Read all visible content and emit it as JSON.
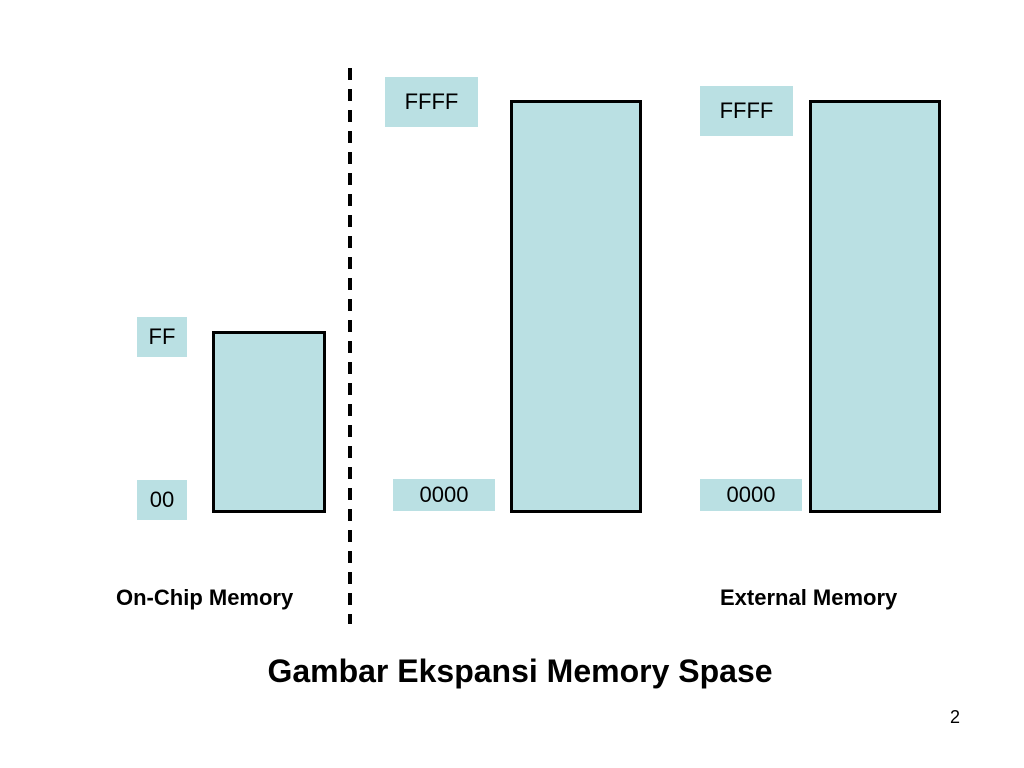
{
  "on_chip": {
    "label": "On-Chip Memory",
    "top_address": "FF",
    "bottom_address": "00"
  },
  "external_program": {
    "top_address": "FFFF",
    "bottom_address": "0000"
  },
  "external_data": {
    "label": "External Memory",
    "top_address": "FFFF",
    "bottom_address": "0000"
  },
  "title": "Gambar Ekspansi Memory Spase",
  "page_number": "2",
  "colors": {
    "block_fill": "#bae0e3",
    "outline": "#000000",
    "background": "#ffffff"
  }
}
